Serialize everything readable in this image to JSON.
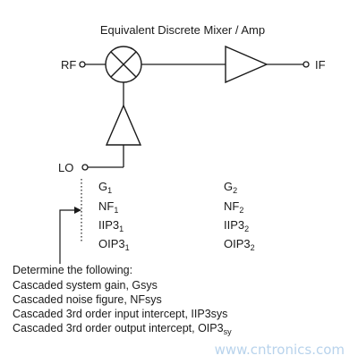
{
  "title": "Equivalent Discrete Mixer / Amp",
  "ports": {
    "rf": "RF",
    "if": "IF",
    "lo": "LO"
  },
  "stage1": {
    "gain": {
      "base": "G",
      "sub": "1"
    },
    "noise": {
      "base": "NF",
      "sub": "1"
    },
    "iip3": {
      "base": "IIP3",
      "sub": "1"
    },
    "oip3": {
      "base": "OIP3",
      "sub": "1"
    }
  },
  "stage2": {
    "gain": {
      "base": "G",
      "sub": "2"
    },
    "noise": {
      "base": "NF",
      "sub": "2"
    },
    "iip3": {
      "base": "IIP3",
      "sub": "2"
    },
    "oip3": {
      "base": "OIP3",
      "sub": "2"
    }
  },
  "task": {
    "heading": "Determine the following:",
    "items": [
      "Cascaded system gain, Gsys",
      "Cascaded noise figure, NFsys",
      "Cascaded 3rd order input intercept, IIP3sys"
    ],
    "last_item": {
      "base": "Cascaded 3rd order output intercept, OIP3",
      "sub": "sy"
    }
  },
  "watermark": "www.cntronics.com"
}
